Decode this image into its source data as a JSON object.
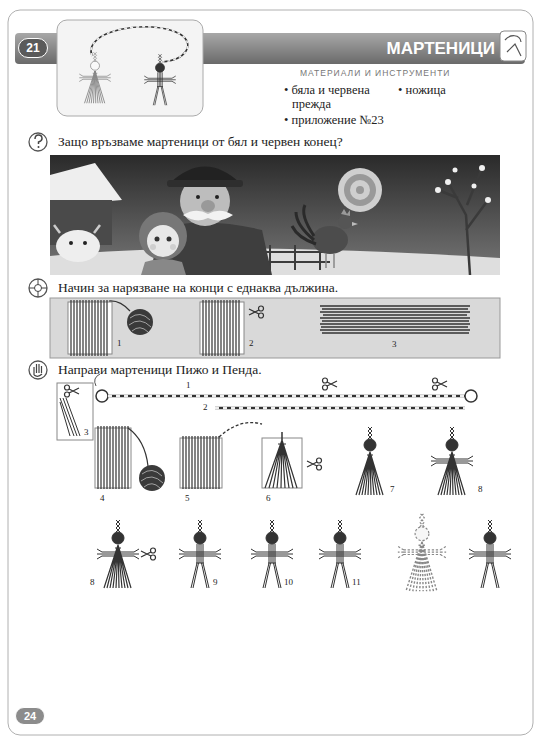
{
  "diagram": {
    "title": "МАРТЕНИЦИ",
    "nodes": [
      {
        "text": [
          "21"
        ]
      },
      {
        "text": [
          "24"
        ]
      }
    ],
    "labels": [
      "МАТЕРИАЛИ И ИНСТРУМЕНТИ",
      "• бяла и червена прежда",
      "• ножица",
      "• приложение №23",
      "Защо връзваме мартеници от бял и червен конец?",
      "Начин за нарязване на конци с еднаква дължина.",
      "1",
      "2",
      "3",
      "Направи мартеници Пижо и Пенда.",
      "3",
      "1",
      "2",
      "4",
      "5",
      "6",
      "7",
      "8",
      "8",
      "9",
      "10",
      "11"
    ]
  }
}
